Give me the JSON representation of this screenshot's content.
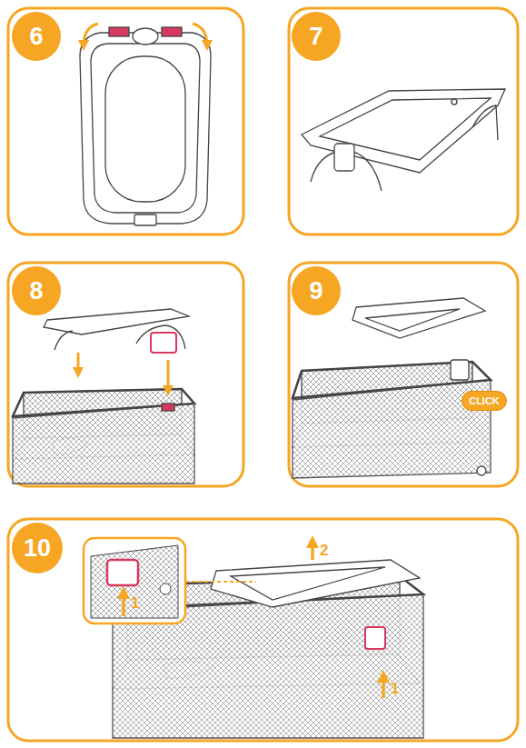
{
  "diagram": {
    "nodes": [
      {
        "text": [
          "6"
        ]
      },
      {
        "text": [
          "7"
        ]
      },
      {
        "text": [
          "8"
        ]
      },
      {
        "text": [
          "9"
        ]
      },
      {
        "text": [
          "CLICK"
        ]
      },
      {
        "text": [
          "10"
        ]
      }
    ],
    "labels": [
      "1",
      "2",
      "1"
    ]
  }
}
